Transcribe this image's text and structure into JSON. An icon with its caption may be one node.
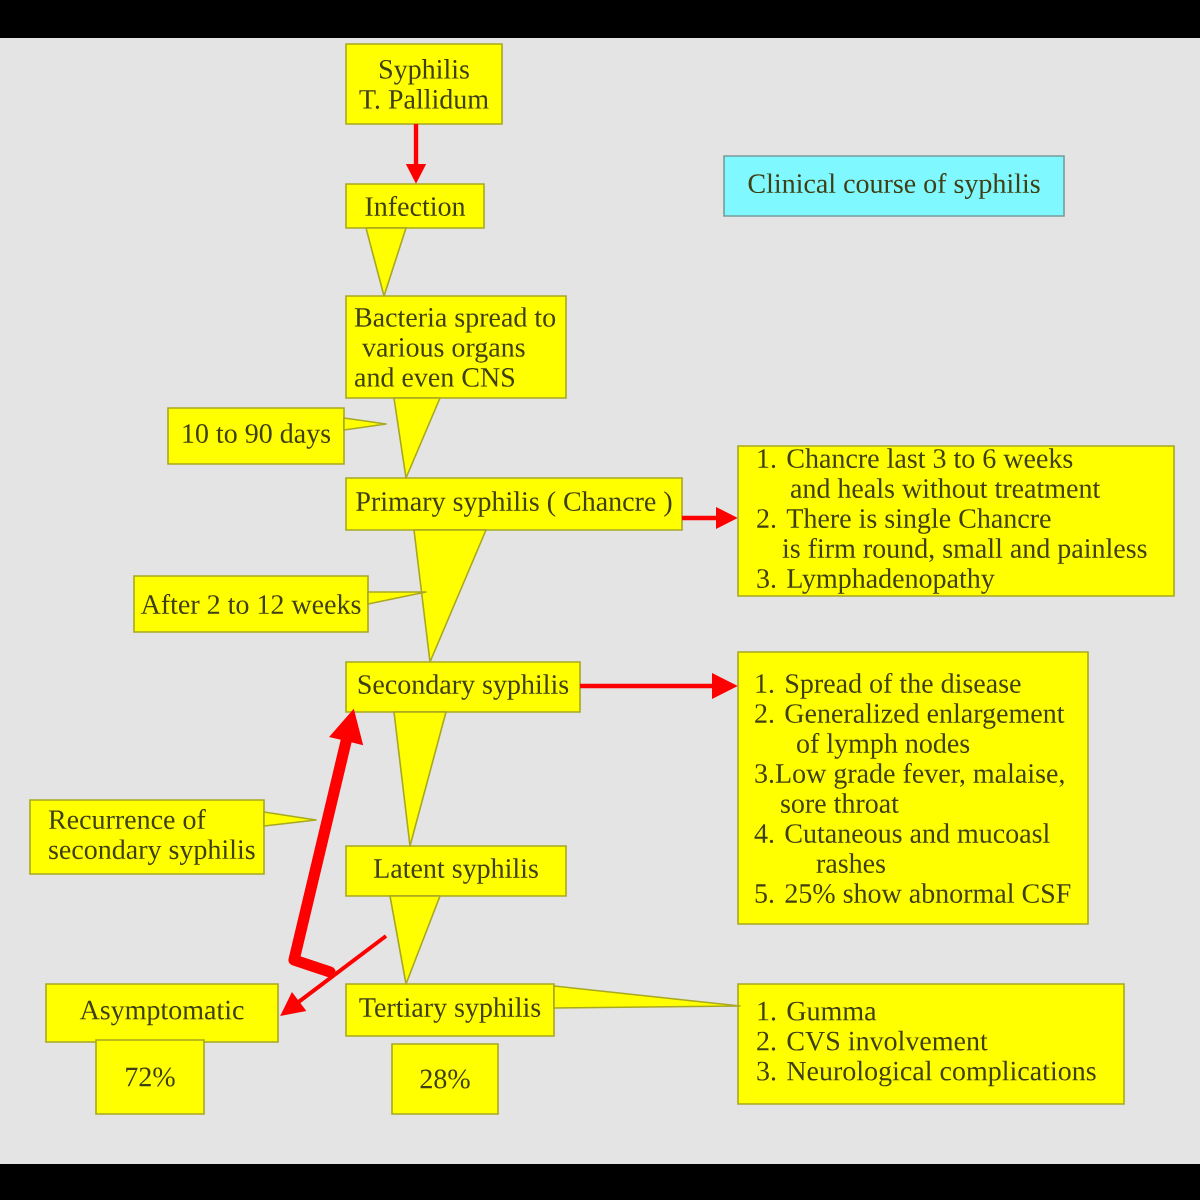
{
  "diagram": {
    "title": "Clinical course of syphilis",
    "nodes": [
      {
        "text": [
          "Syphilis",
          "T. Pallidum"
        ]
      },
      {
        "text": [
          "Infection"
        ]
      },
      {
        "text": [
          "Bacteria spread to various organs and even CNS"
        ]
      },
      {
        "text": [
          "10 to 90 days"
        ]
      },
      {
        "text": [
          "Primary syphilis ( Chancre )"
        ]
      },
      {
        "text": [
          "1. Chancre last 3 to 6 weeks and heals without treatment",
          "2. There is single Chancre is firm round, small and painless",
          "3. Lymphadenopathy"
        ]
      },
      {
        "text": [
          "After 2 to 12 weeks"
        ]
      },
      {
        "text": [
          "Secondary syphilis"
        ]
      },
      {
        "text": [
          "1. Spread of the disease",
          "2. Generalized enlargement of lymph nodes",
          "3.Low grade fever, malaise, sore throat",
          "4. Cutaneous and mucoasl rashes",
          "5. 25% show abnormal CSF"
        ]
      },
      {
        "text": [
          "Recurrence of secondary syphilis"
        ]
      },
      {
        "text": [
          "Latent syphilis"
        ]
      },
      {
        "text": [
          "Asymptomatic"
        ]
      },
      {
        "text": [
          "72%"
        ]
      },
      {
        "text": [
          "Tertiary syphilis"
        ]
      },
      {
        "text": [
          "28%"
        ]
      },
      {
        "text": [
          "1. Gumma",
          "2. CVS involvement",
          "3. Neurological complications"
        ]
      }
    ],
    "edges": [
      {
        "from": 0,
        "to": 1,
        "arrow": "to",
        "color": "#ff0000"
      },
      {
        "from": 1,
        "to": 2,
        "arrow": "to"
      },
      {
        "from": 2,
        "to": 4,
        "arrow": "to"
      },
      {
        "from": 3,
        "to": null,
        "arrow": "to"
      },
      {
        "from": 4,
        "to": 5,
        "arrow": "to",
        "color": "#ff0000"
      },
      {
        "from": 4,
        "to": 7,
        "arrow": "to"
      },
      {
        "from": 6,
        "to": null,
        "arrow": "to"
      },
      {
        "from": 7,
        "to": 8,
        "arrow": "to",
        "color": "#ff0000"
      },
      {
        "from": 7,
        "to": 10,
        "arrow": "to"
      },
      {
        "from": 9,
        "to": null,
        "arrow": "to"
      },
      {
        "from": 10,
        "to": 13,
        "arrow": "to"
      },
      {
        "from": 10,
        "to": 11,
        "arrow": "to",
        "color": "#ff0000"
      },
      {
        "from": 11,
        "to": 7,
        "arrow": "to",
        "color": "#ff0000",
        "style": "thick"
      },
      {
        "from": 13,
        "to": 15,
        "arrow": "to"
      }
    ]
  }
}
